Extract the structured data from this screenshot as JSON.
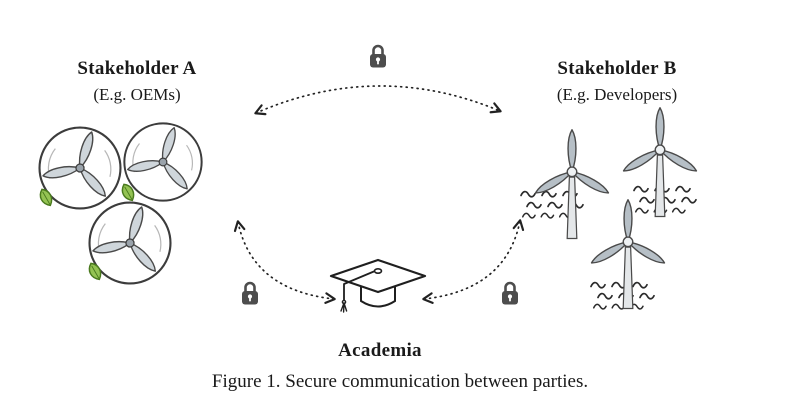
{
  "figure": {
    "caption": "Figure 1. Secure communication between parties."
  },
  "nodes": {
    "stakeholder_a": {
      "title": "Stakeholder A",
      "subtitle": "(E.g. OEMs)"
    },
    "stakeholder_b": {
      "title": "Stakeholder B",
      "subtitle": "(E.g. Developers)"
    },
    "academia": {
      "title": "Academia"
    }
  },
  "connections": [
    {
      "from": "Stakeholder A",
      "to": "Stakeholder B",
      "style": "dotted-double-arrow",
      "secured_by": "padlock"
    },
    {
      "from": "Stakeholder A",
      "to": "Academia",
      "style": "dotted-double-arrow",
      "secured_by": "padlock"
    },
    {
      "from": "Academia",
      "to": "Stakeholder B",
      "style": "dotted-double-arrow",
      "secured_by": "padlock"
    }
  ],
  "icons": {
    "lock": "padlock-icon",
    "turbine_enclosed": "enclosed-wind-turbine-icon",
    "turbine_offshore": "offshore-wind-turbine-icon",
    "leaf": "leaf-icon",
    "graduation_cap": "graduation-cap-icon",
    "waves": "water-waves-icon"
  },
  "colors": {
    "background": "#ffffff",
    "line": "#222222",
    "blade_fill": "#c3cbd1",
    "leaf_green": "#94c353",
    "leaf_outline": "#4a7a1e",
    "lock_body": "#4d4d4d",
    "text": "#1a1a1a"
  }
}
